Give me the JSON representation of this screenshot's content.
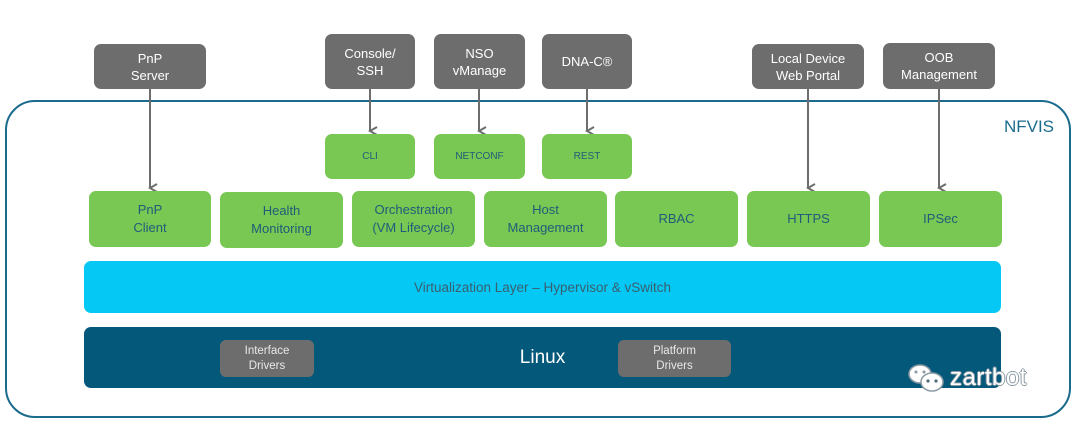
{
  "frame": {
    "label": "NFVIS"
  },
  "external_systems": [
    {
      "id": "pnp-server",
      "label": "PnP\nServer"
    },
    {
      "id": "console-ssh",
      "label": "Console/\nSSH"
    },
    {
      "id": "nso-vmanage",
      "label": "NSO\nvManage"
    },
    {
      "id": "dna-c",
      "label": "DNA-C®"
    },
    {
      "id": "local-device-web-portal",
      "label": "Local Device\nWeb Portal"
    },
    {
      "id": "oob-management",
      "label": "OOB\nManagement"
    }
  ],
  "api_modules": [
    {
      "id": "cli",
      "label": "CLI"
    },
    {
      "id": "netconf",
      "label": "NETCONF"
    },
    {
      "id": "rest",
      "label": "REST"
    }
  ],
  "service_modules": [
    {
      "id": "pnp-client",
      "label": "PnP\nClient"
    },
    {
      "id": "health-monitoring",
      "label": "Health\nMonitoring"
    },
    {
      "id": "orchestration",
      "label": "Orchestration\n(VM Lifecycle)"
    },
    {
      "id": "host-management",
      "label": "Host\nManagement"
    },
    {
      "id": "rbac",
      "label": "RBAC"
    },
    {
      "id": "https",
      "label": "HTTPS"
    },
    {
      "id": "ipsec",
      "label": "IPSec"
    }
  ],
  "virtualization_layer": {
    "label": "Virtualization Layer – Hypervisor & vSwitch"
  },
  "linux_layer": {
    "label": "Linux",
    "drivers": [
      {
        "id": "interface-drivers",
        "label": "Interface\nDrivers"
      },
      {
        "id": "platform-drivers",
        "label": "Platform\nDrivers"
      }
    ]
  },
  "connections": [
    {
      "from": "pnp-server",
      "to": "pnp-client"
    },
    {
      "from": "console-ssh",
      "to": "cli"
    },
    {
      "from": "nso-vmanage",
      "to": "netconf"
    },
    {
      "from": "dna-c",
      "to": "rest"
    },
    {
      "from": "local-device-web-portal",
      "to": "https"
    },
    {
      "from": "oob-management",
      "to": "ipsec"
    }
  ],
  "watermark": {
    "text": "zartbot"
  },
  "colors": {
    "frame": "#1a6b8c",
    "external": "#6d6d6d",
    "module": "#78c853",
    "module_text": "#1f5c7a",
    "virtualization": "#05c8f5",
    "linux": "#04587a"
  }
}
